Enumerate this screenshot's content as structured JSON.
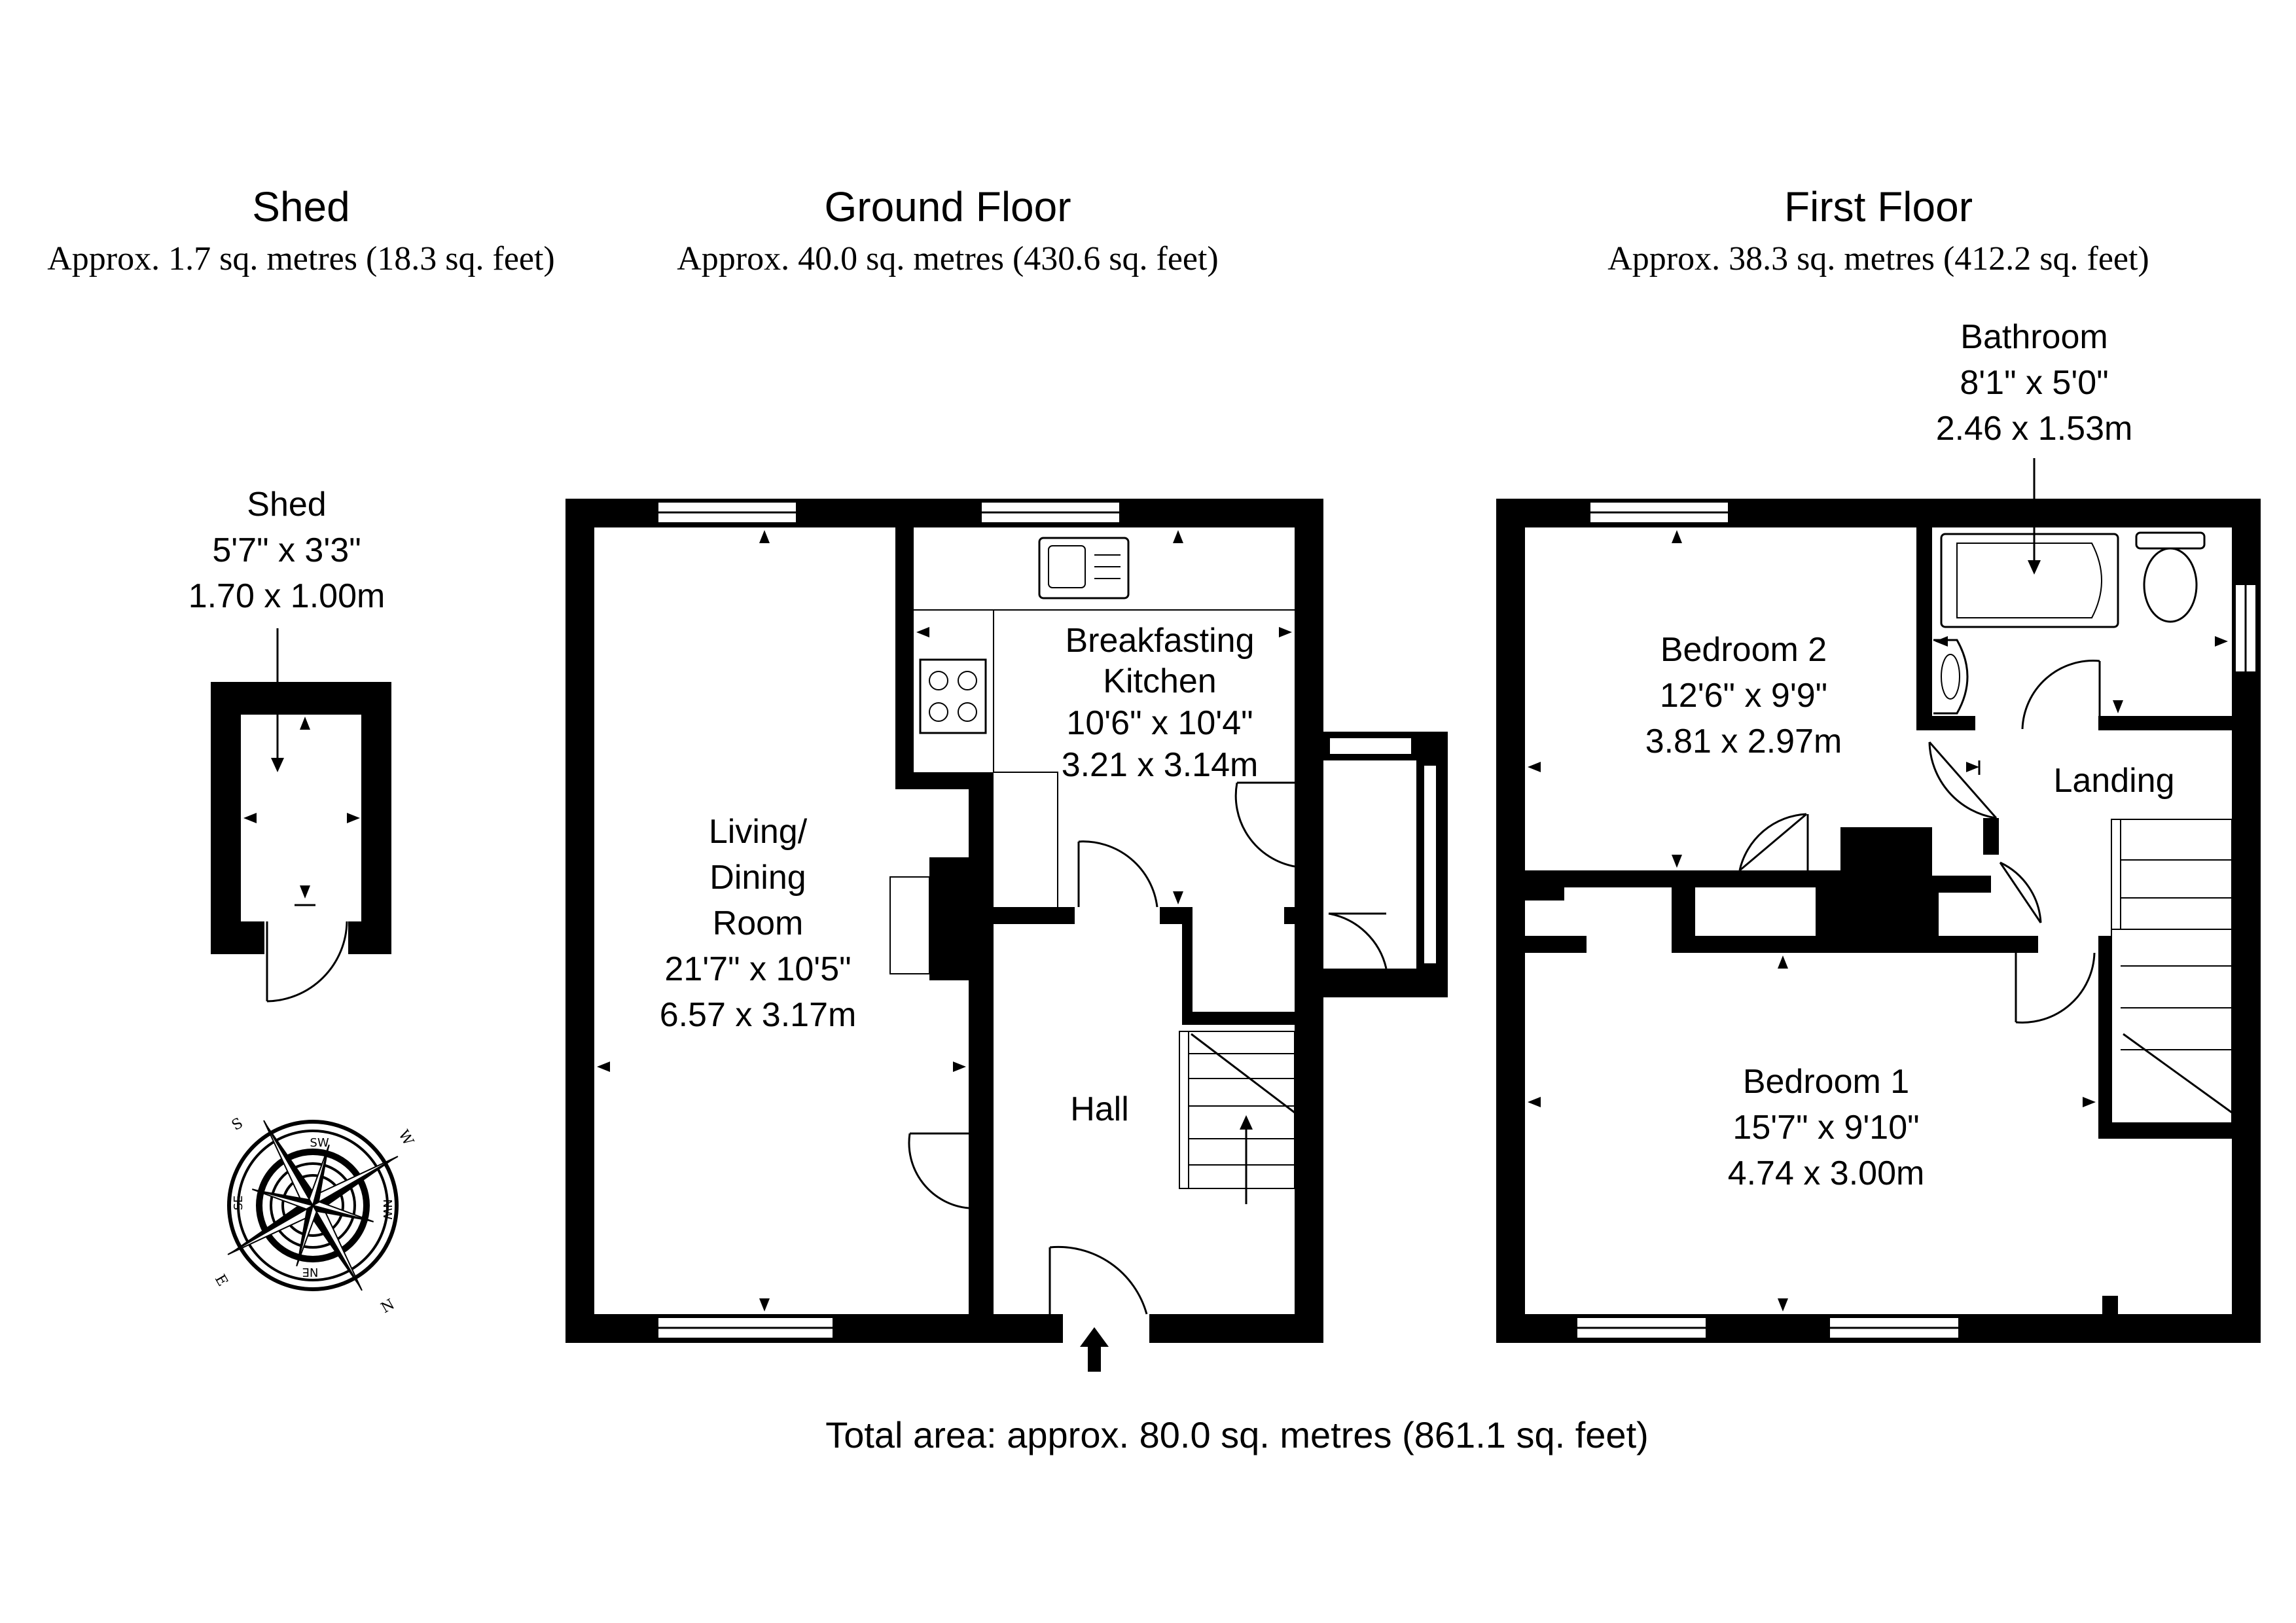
{
  "headers": {
    "shed": {
      "title": "Shed",
      "area": "Approx. 1.7 sq. metres (18.3 sq. feet)"
    },
    "ground": {
      "title": "Ground Floor",
      "area": "Approx. 40.0 sq. metres (430.6 sq. feet)"
    },
    "first": {
      "title": "First Floor",
      "area": "Approx. 38.3 sq. metres (412.2 sq. feet)"
    }
  },
  "rooms": {
    "shed": {
      "name": "Shed",
      "imperial": "5'7\" x 3'3\"",
      "metric": "1.70 x 1.00m"
    },
    "living": {
      "name1": "Living/",
      "name2": "Dining",
      "name3": "Room",
      "imperial": "21'7\" x 10'5\"",
      "metric": "6.57 x 3.17m"
    },
    "kitchen": {
      "name1": "Breakfasting",
      "name2": "Kitchen",
      "imperial": "10'6\" x 10'4\"",
      "metric": "3.21 x 3.14m"
    },
    "hall": {
      "name": "Hall"
    },
    "bathroom": {
      "name": "Bathroom",
      "imperial": "8'1\" x 5'0\"",
      "metric": "2.46 x 1.53m"
    },
    "bedroom2": {
      "name": "Bedroom 2",
      "imperial": "12'6\" x 9'9\"",
      "metric": "3.81 x 2.97m"
    },
    "landing": {
      "name": "Landing"
    },
    "bedroom1": {
      "name": "Bedroom 1",
      "imperial": "15'7\" x 9'10\"",
      "metric": "4.74 x 3.00m"
    }
  },
  "compass": {
    "cardinals": {
      "n": "N",
      "s": "S",
      "e": "E",
      "w": "W"
    },
    "intercardinals": {
      "sw": "SW",
      "nw": "NW",
      "ne": "NE",
      "se": "SE"
    }
  },
  "total_area": "Total area: approx. 80.0 sq. metres (861.1 sq. feet)"
}
